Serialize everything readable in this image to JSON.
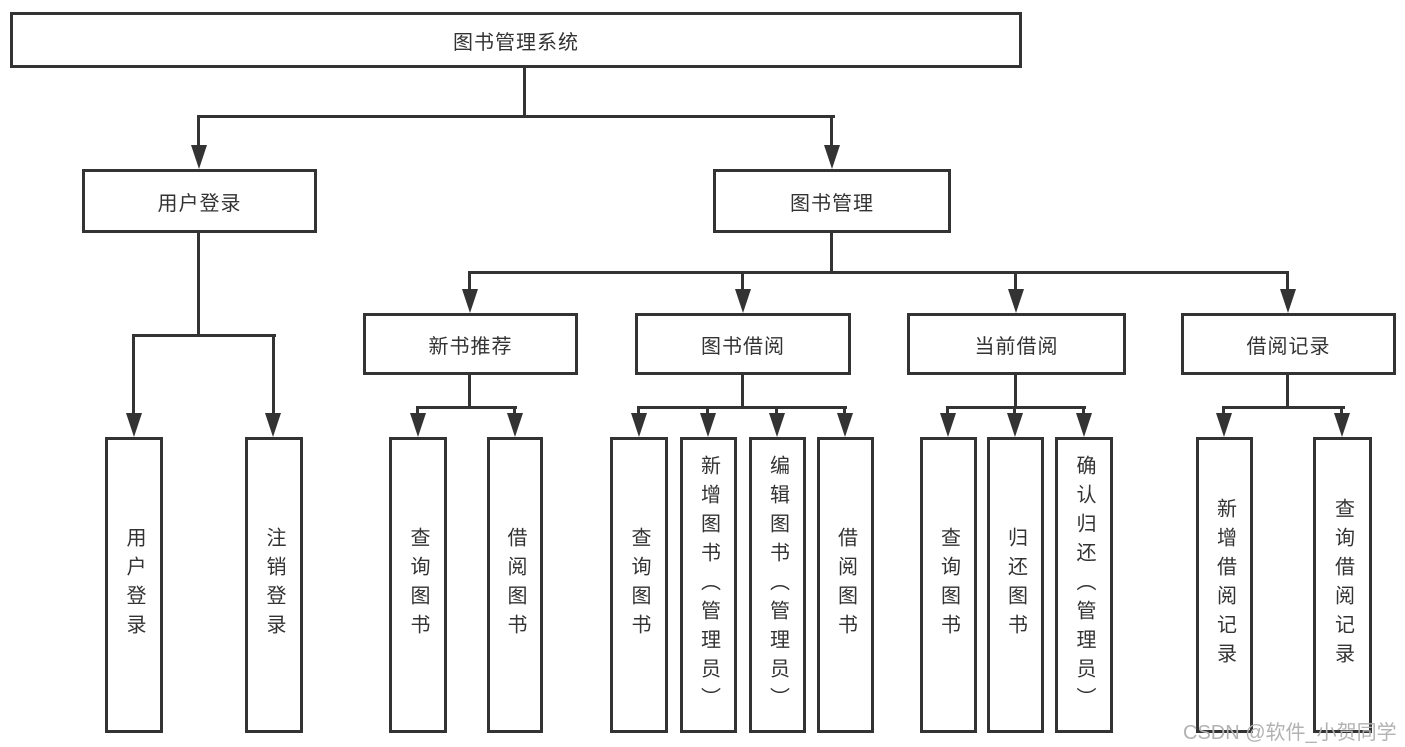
{
  "diagram": {
    "tree": {
      "label": "图书管理系统",
      "children": [
        {
          "label": "用户登录",
          "children": [
            {
              "label": "用户登录"
            },
            {
              "label": "注销登录"
            }
          ]
        },
        {
          "label": "图书管理",
          "children": [
            {
              "label": "新书推荐",
              "children": [
                {
                  "label": "查询图书"
                },
                {
                  "label": "借阅图书"
                }
              ]
            },
            {
              "label": "图书借阅",
              "children": [
                {
                  "label": "查询图书"
                },
                {
                  "label": "新增图书（管理员）"
                },
                {
                  "label": "编辑图书（管理员）"
                },
                {
                  "label": "借阅图书"
                }
              ]
            },
            {
              "label": "当前借阅",
              "children": [
                {
                  "label": "查询图书"
                },
                {
                  "label": "归还图书"
                },
                {
                  "label": "确认归还（管理员）"
                }
              ]
            },
            {
              "label": "借阅记录",
              "children": [
                {
                  "label": "新增借阅记录"
                },
                {
                  "label": "查询借阅记录"
                }
              ]
            }
          ]
        }
      ]
    },
    "colors": {
      "line": "#333333",
      "box_border": "#333333",
      "text": "#333333",
      "background": "#ffffff",
      "watermark": "#b2b2b2"
    }
  },
  "watermark": {
    "text": "CSDN @软件_小贺同学"
  }
}
